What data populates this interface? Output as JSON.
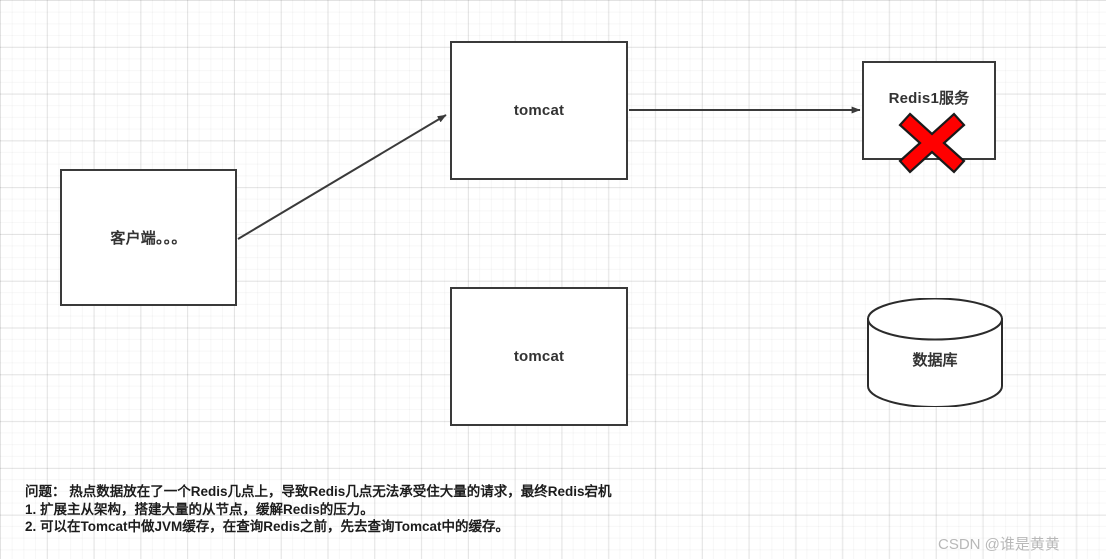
{
  "diagram": {
    "nodes": {
      "client": {
        "label": "客户端。。。"
      },
      "tomcat_top": {
        "label": "tomcat"
      },
      "tomcat_bottom": {
        "label": "tomcat"
      },
      "redis1": {
        "label": "Redis1服务"
      },
      "database": {
        "label": "数据库"
      }
    },
    "markers": {
      "failure": {
        "name": "red-x-cross",
        "color": "#FF0000"
      }
    },
    "edges": [
      {
        "name": "client-to-tomcat",
        "from": "client",
        "to": "tomcat_top",
        "style": "arrow"
      },
      {
        "name": "tomcat-to-redis1",
        "from": "tomcat_top",
        "to": "redis1",
        "style": "arrow"
      }
    ],
    "colors": {
      "node_border": "#3a3a3a",
      "node_fill": "#ffffff",
      "text": "#333333",
      "failure_red": "#FF0000",
      "grid": "#e8e8e8"
    }
  },
  "notes": {
    "lines": [
      "问题： 热点数据放在了一个Redis几点上，导致Redis几点无法承受住大量的请求，最终Redis宕机",
      "1. 扩展主从架构，搭建大量的从节点，缓解Redis的压力。",
      "2. 可以在Tomcat中做JVM缓存，在查询Redis之前，先去查询Tomcat中的缓存。"
    ]
  },
  "watermark": {
    "text": "CSDN @谁是黄黄"
  }
}
